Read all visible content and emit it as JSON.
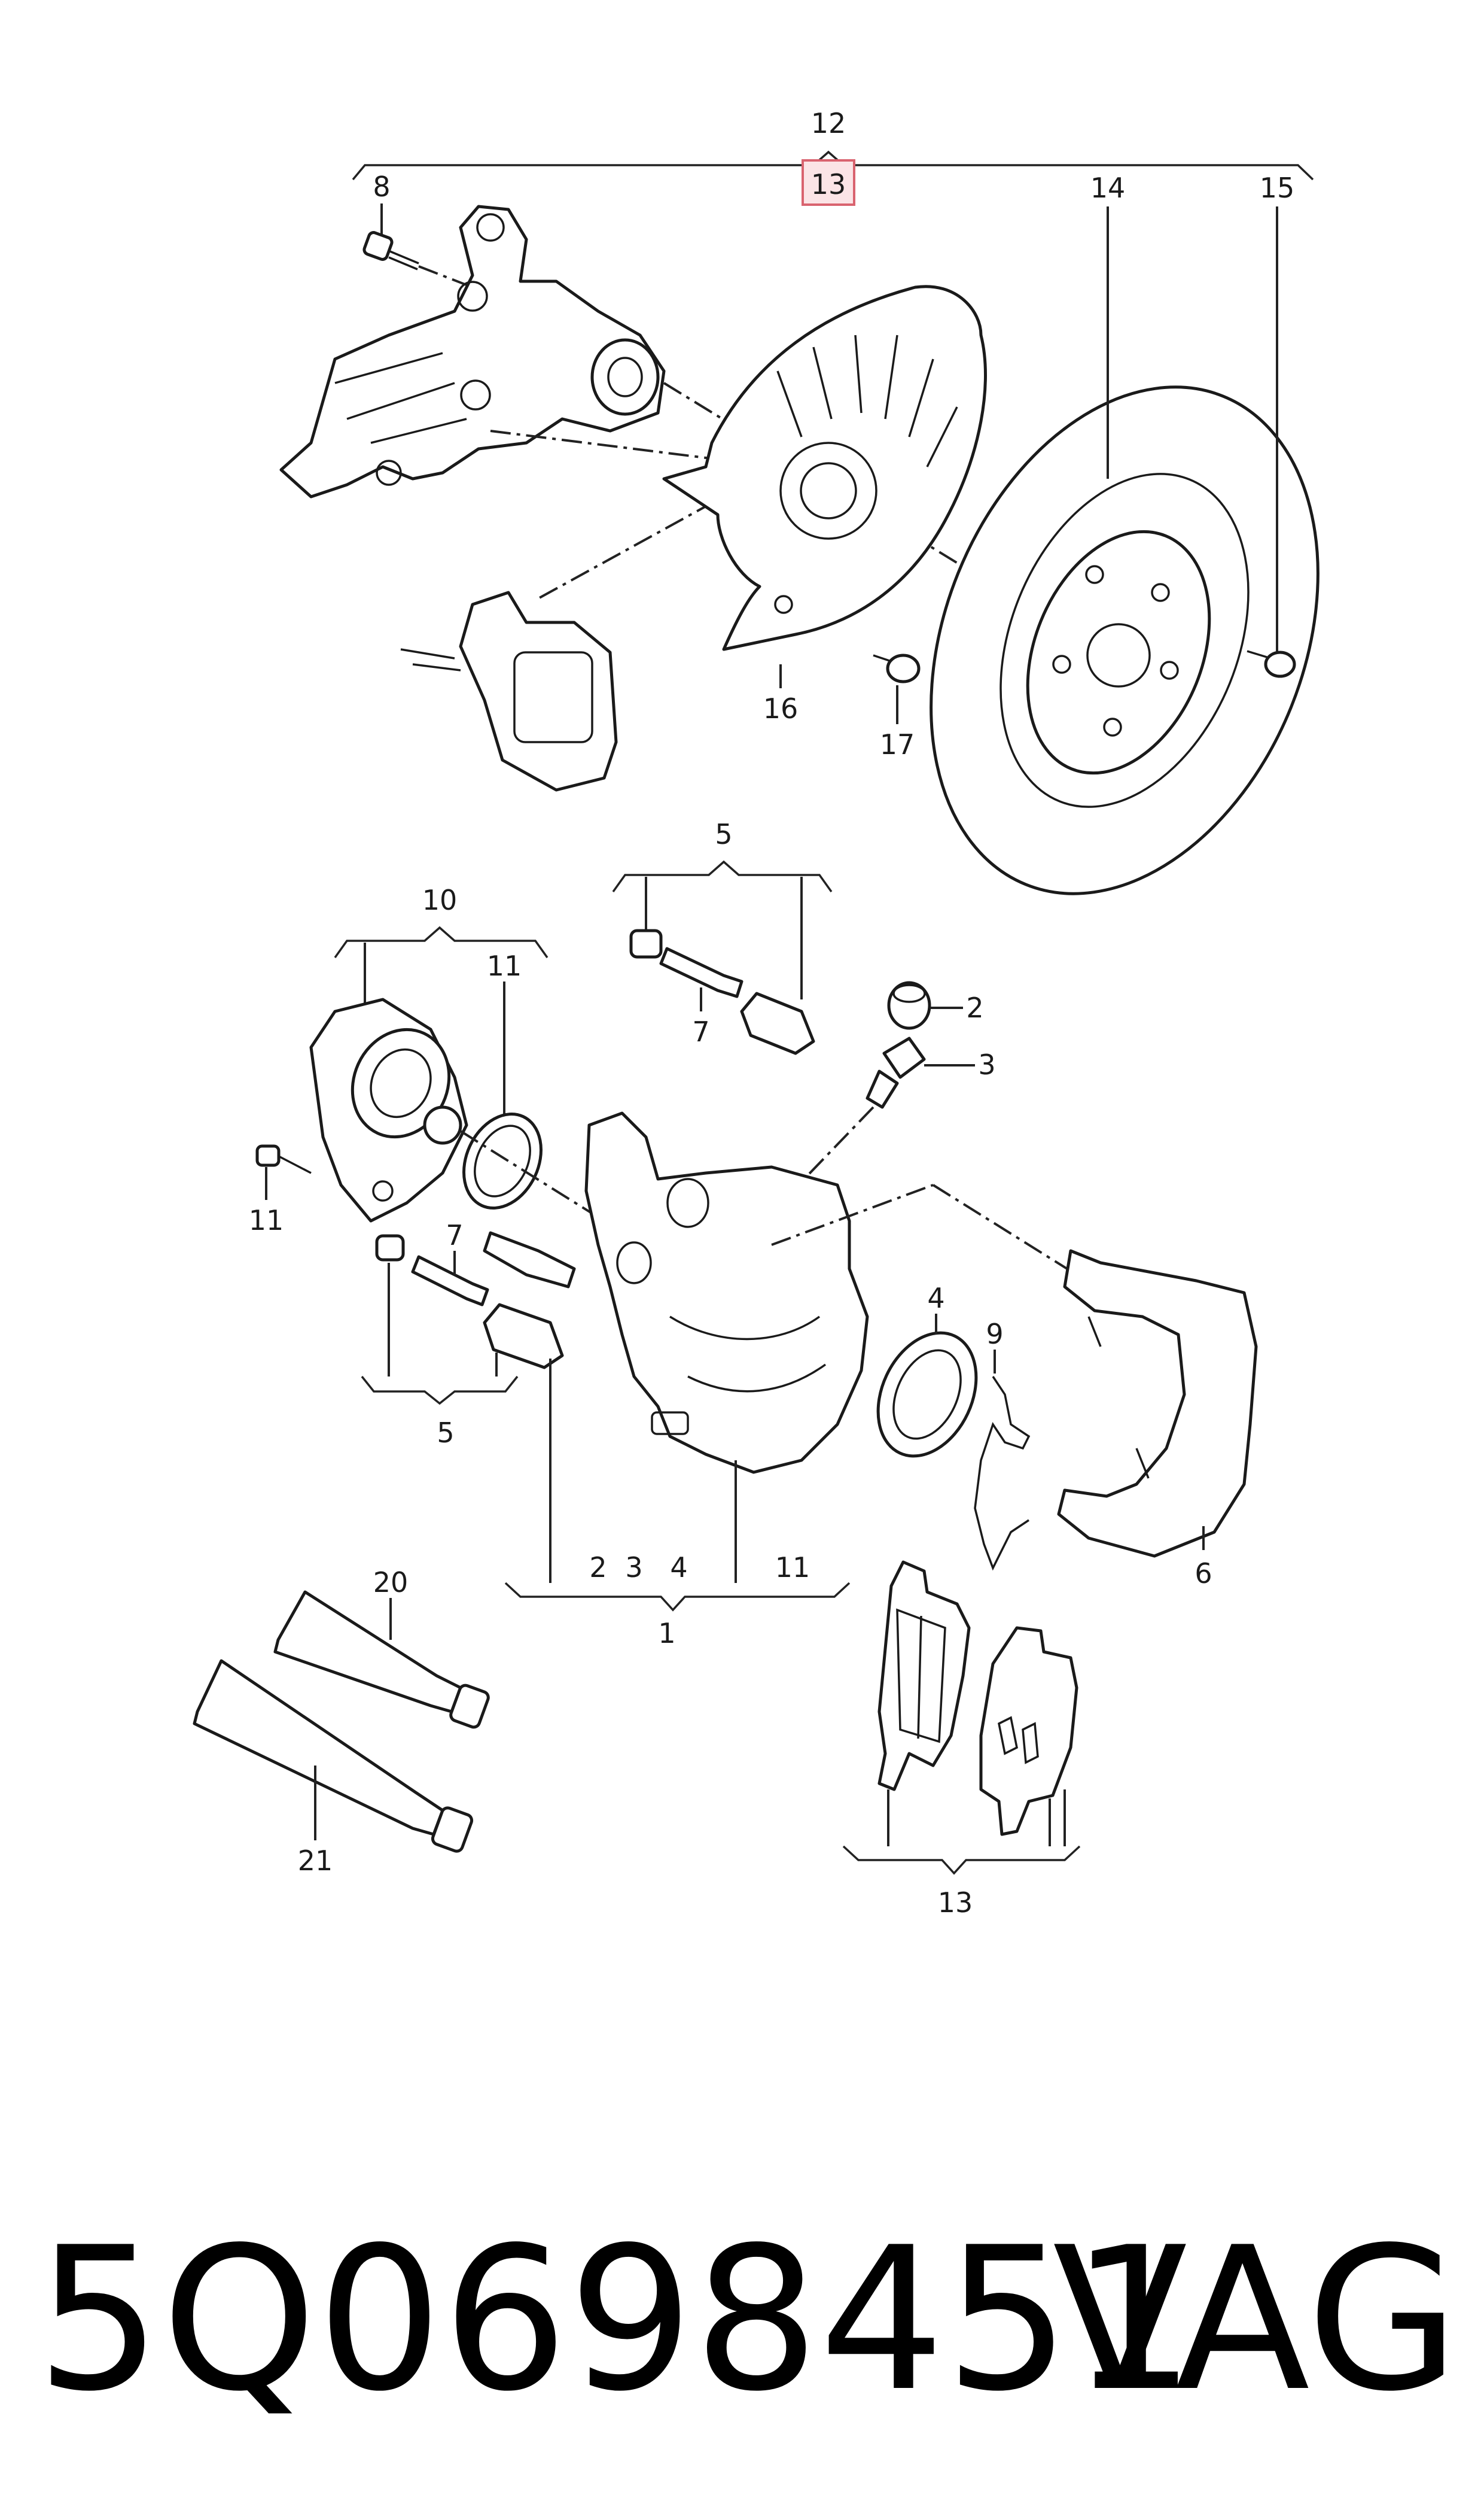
{
  "callouts": {
    "c12": "12",
    "c13_top": "13",
    "c8": "8",
    "c14": "14",
    "c15": "15",
    "c16": "16",
    "c17": "17",
    "c5_top": "5",
    "c10": "10",
    "c11_top": "11",
    "c2": "2",
    "c3": "3",
    "c7_top": "7",
    "c11_left": "11",
    "c7_mid": "7",
    "c4": "4",
    "c9": "9",
    "c5_bottom": "5",
    "c6": "6",
    "c1_list_2": "2",
    "c1_list_3": "3",
    "c1_list_4": "4",
    "c1_list_11": "11",
    "c1": "1",
    "c20": "20",
    "c21": "21",
    "c13_bottom": "13"
  },
  "footer": {
    "part_number": "5Q0698451",
    "brand": "VAG"
  },
  "colors": {
    "highlight_fill": "#fbe4e6",
    "highlight_stroke": "#d9636f",
    "line": "#222222"
  }
}
